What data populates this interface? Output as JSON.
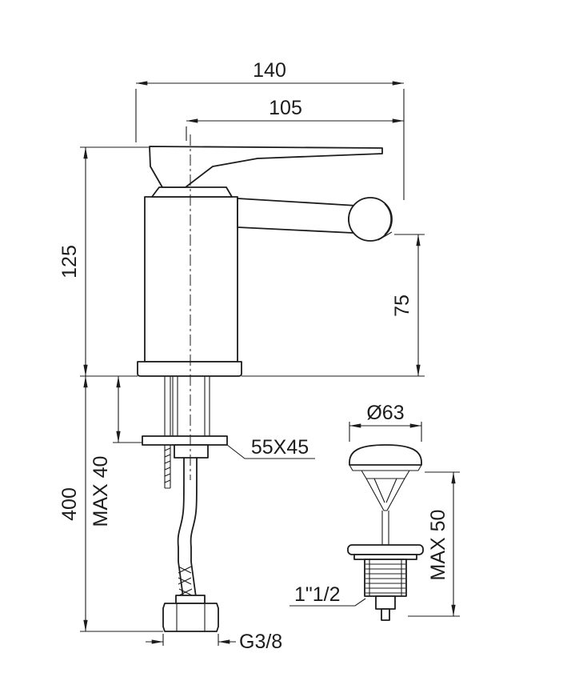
{
  "drawing": {
    "title": "Bidet mixer with pop-up waste - dimensional drawing",
    "labels": {
      "dim_140": "140",
      "dim_105": "105",
      "dim_125": "125",
      "dim_75": "75",
      "dim_400": "400",
      "dim_max40": "MAX 40",
      "dim_55x45": "55X45",
      "dim_d63": "Ø63",
      "dim_max50": "MAX 50",
      "dim_11_2": "1\"1/2",
      "dim_g38": "G3/8"
    },
    "colors": {
      "line": "#1c1c1c",
      "background": "#ffffff"
    }
  }
}
